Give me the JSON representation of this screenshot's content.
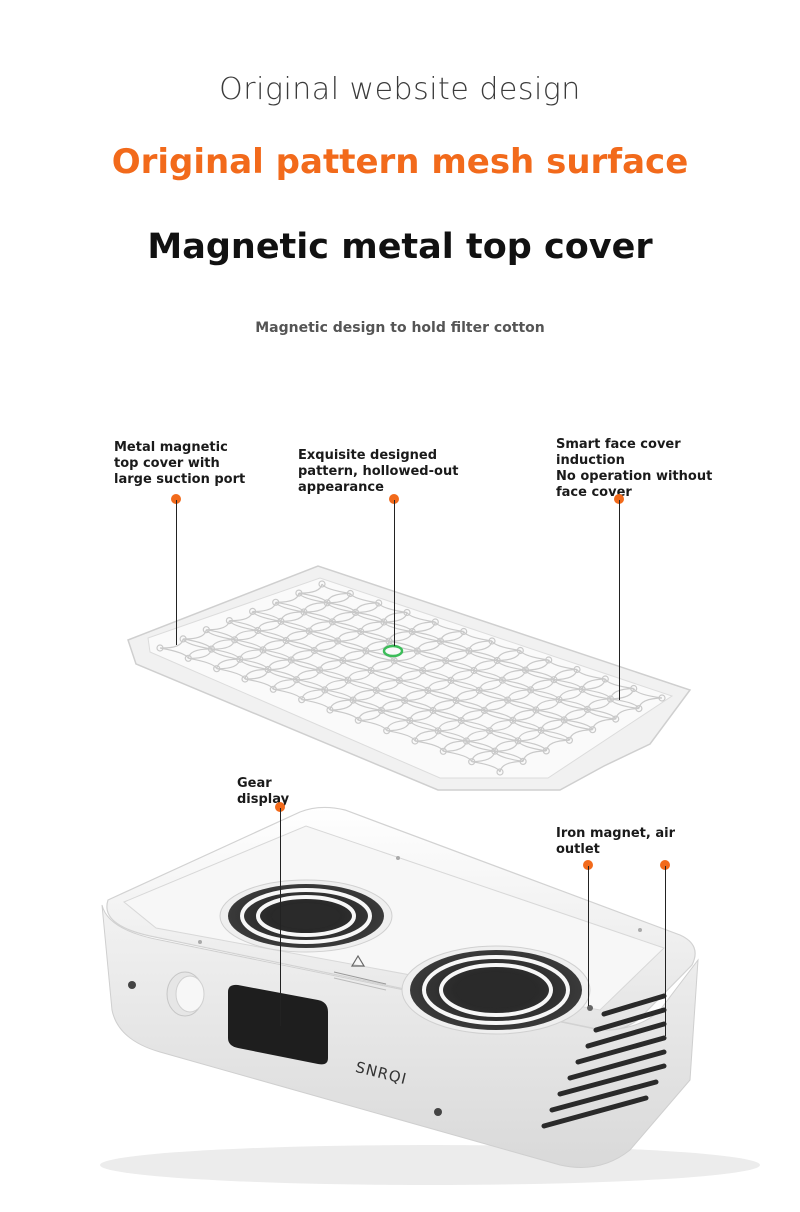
{
  "header": {
    "line1": "Original website design",
    "line2": "Original pattern mesh surface",
    "line3": "Magnetic metal top cover",
    "subtitle": "Magnetic design to hold filter cotton"
  },
  "callouts": {
    "metal_cover": "Metal magnetic\ntop cover with\nlarge suction port",
    "pattern": "Exquisite designed\npattern, hollowed-out\nappearance",
    "face_cover": "Smart face cover\ninduction\nNo operation without\nface cover",
    "gear": "Gear\ndisplay",
    "iron_magnet": "Iron magnet, air\noutlet"
  },
  "product": {
    "brand": "SNRQI"
  },
  "colors": {
    "accent": "#f26a1b",
    "sensor": "#3dbd5a",
    "body": "#f4f4f4",
    "fan": "#2b2b2b"
  }
}
